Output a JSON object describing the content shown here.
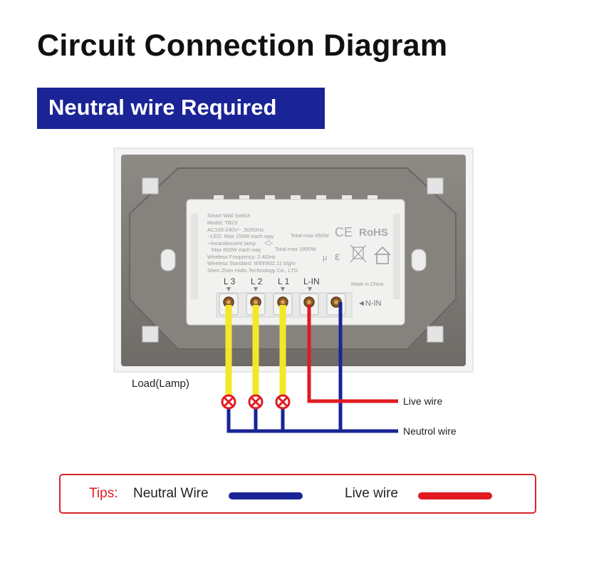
{
  "title": "Circuit Connection Diagram",
  "banner": "Neutral wire Required",
  "switch_label": {
    "name": "Smart Wall Switch",
    "model": "Model: TB23",
    "voltage": "AC100-240V~ ,50/60Hz",
    "led": "--LED: Max 150W each way",
    "led_total": "Total max 450W",
    "incandescent": "--Incandescent lamp",
    "incandescent_max": "Max 600W each way",
    "incandescent_total": "Total max 1800W",
    "frequency": "Wireless Frequency: 2.4GHz",
    "standard": "Wireless Standard: IEEE802.11 b/g/n",
    "manufacturer": "Shen Zhen Hidin Technology Co., LTD",
    "made_in": "Made in China",
    "ce": "CE",
    "rohs": "RoHS"
  },
  "terminals": [
    {
      "label": "L 3"
    },
    {
      "label": "L 2"
    },
    {
      "label": "L 1"
    },
    {
      "label": "L-IN"
    }
  ],
  "n_in_label": "◄N-IN",
  "load_label": "Load(Lamp)",
  "live_wire_label": "Live wire",
  "neutral_wire_label": "Neutrol wire",
  "tips": {
    "label": "Tips:",
    "neutral": "Neutral Wire",
    "live": "Live wire"
  },
  "colors": {
    "neutral": "#1a2496",
    "live": "#e01b22",
    "load": "#f2e829",
    "tips_border": "#d9252b"
  }
}
